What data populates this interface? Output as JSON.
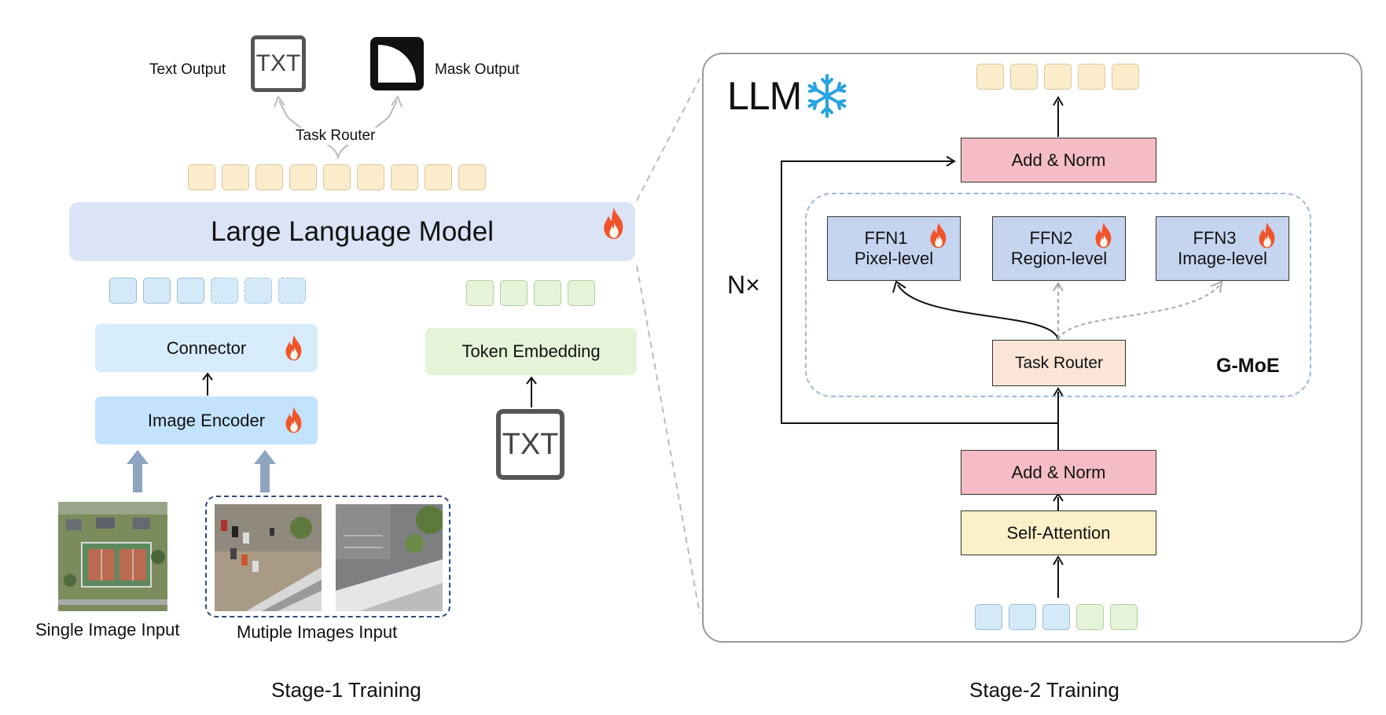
{
  "stage1": {
    "caption": "Stage-1 Training",
    "text_output_label": "Text Output",
    "mask_output_label": "Mask Output",
    "txt_icon_label": "TXT",
    "task_router_label": "Task Router",
    "llm_label": "Large Language Model",
    "connector_label": "Connector",
    "image_encoder_label": "Image Encoder",
    "token_embedding_label": "Token Embedding",
    "txt_input_label": "TXT",
    "single_image_label": "Single Image Input",
    "multiple_images_label": "Mutiple Images Input"
  },
  "stage2": {
    "caption": "Stage-2 Training",
    "llm_title": "LLM",
    "add_norm_top": "Add & Norm",
    "add_norm_bottom": "Add & Norm",
    "self_attention": "Self-Attention",
    "task_router": "Task Router",
    "nx_label": "N×",
    "gmoe_label": "G-MoE",
    "ffn": [
      {
        "name": "FFN1",
        "level": "Pixel-level"
      },
      {
        "name": "FFN2",
        "level": "Region-level"
      },
      {
        "name": "FFN3",
        "level": "Image-level"
      }
    ]
  },
  "icons": [
    "flame-icon",
    "snowflake-icon",
    "mask-icon",
    "txt-icon",
    "up-arrow-icon"
  ],
  "colors": {
    "llm_bar": "#dbe4f6",
    "connector": "#d6ecfb",
    "image_encoder": "#c2e3fb",
    "token_embedding": "#e5f4d8",
    "add_norm": "#f4bcc4",
    "self_attention": "#fcf0c8",
    "task_router": "#fbe5d6",
    "ffn": "#c5d5f0",
    "flame": "#f0542a"
  }
}
